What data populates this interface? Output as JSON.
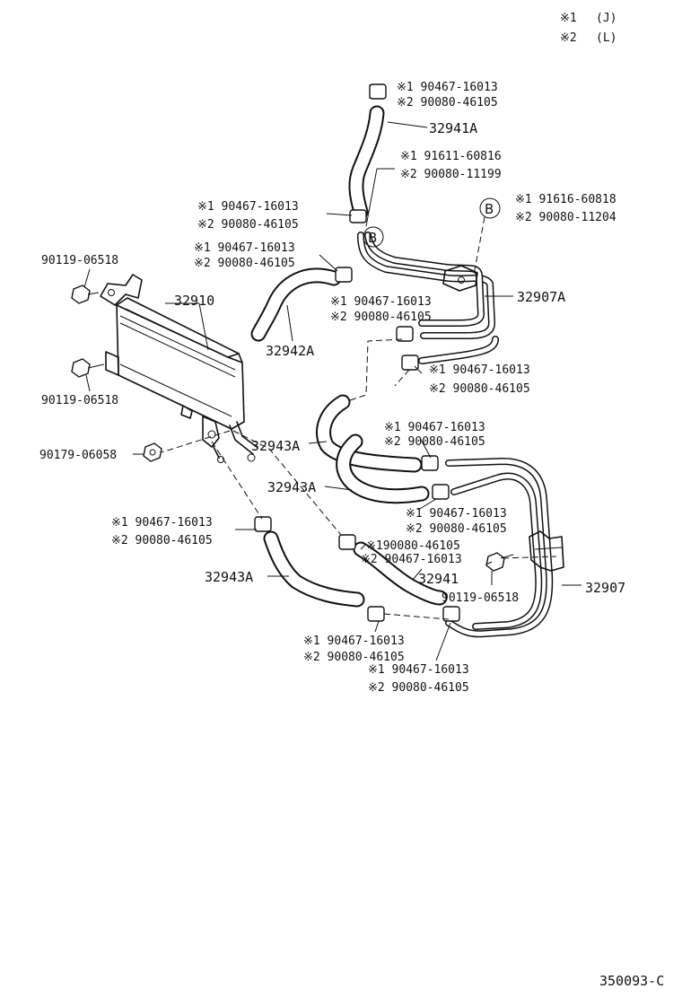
{
  "legend": [
    {
      "mark": "※1",
      "code": "(J)"
    },
    {
      "mark": "※2",
      "code": "(L)"
    }
  ],
  "callout_letter": "B",
  "figure_id": "350093-C",
  "parts": {
    "cooler": "32910",
    "tube_main": "32907",
    "tube_upper": "32907A",
    "hose_upper": "32941A",
    "hose_lower": "32941",
    "hose_upper_a": "32942A",
    "hose_a1": "32943A",
    "hose_a2": "32943A",
    "hose_a3": "32943A",
    "bolt_upper": "90119-06518",
    "bolt_lower": "90119-06518",
    "bolt_right": "90119-06518",
    "nut": "90179-06058"
  },
  "alt_labels": {
    "clip_top": {
      "l1": "※1 90467-16013",
      "l2": "※2 90080-46105"
    },
    "bracket_small": {
      "l1": "※1 91611-60816",
      "l2": "※2 90080-11199"
    },
    "clip_left_1": {
      "l1": "※1 90467-16013",
      "l2": "※2 90080-46105"
    },
    "bracket_right": {
      "l1": "※1 91616-60818",
      "l2": "※2 90080-11204"
    },
    "clip_left_2": {
      "l1": "※1 90467-16013",
      "l2": "※2 90080-46105"
    },
    "clip_center_1": {
      "l1": "※1 90467-16013",
      "l2": "※2 90080-46105"
    },
    "clip_center_2": {
      "l1": "※1 90467-16013",
      "l2": "※2 90080-46105"
    },
    "clip_center_3": {
      "l1": "※1 90467-16013",
      "l2": "※2 90080-46105"
    },
    "clip_center_4": {
      "l1": "※1 90467-16013",
      "l2": "※2 90080-46105"
    },
    "clip_left_3": {
      "l1": "※1 90467-16013",
      "l2": "※2 90080-46105"
    },
    "clip_mid_swap": {
      "l1": "※190080-46105",
      "l2": "※2 90467-16013"
    },
    "clip_bottom_1": {
      "l1": "※1 90467-16013",
      "l2": "※2 90080-46105"
    },
    "clip_bottom_2": {
      "l1": "※1 90467-16013",
      "l2": "※2 90080-46105"
    }
  }
}
